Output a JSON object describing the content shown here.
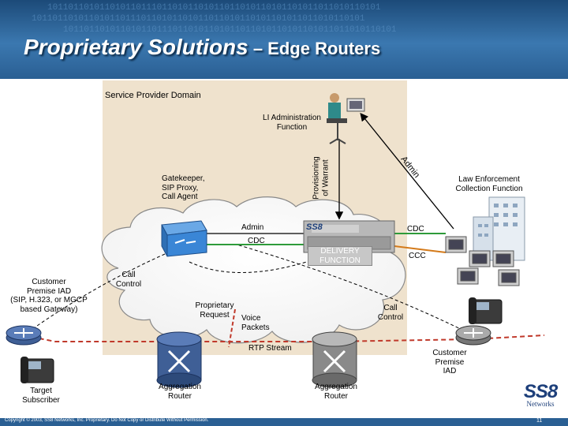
{
  "header": {
    "title_main": "Proprietary Solutions",
    "title_sub": " – Edge Routers",
    "binary_text": "1011011010110101101110110101101011011010110101101011011010110101"
  },
  "diagram": {
    "domain_label": "Service Provider Domain",
    "li_admin": [
      "LI Administration",
      "Function"
    ],
    "provisioning": [
      "Provisioning",
      "of Warrant"
    ],
    "admin_diag": "Admin",
    "gatekeeper": [
      "Gatekeeper,",
      "SIP Proxy,",
      "Call Agent"
    ],
    "law_enforcement": [
      "Law Enforcement",
      "Collection Function"
    ],
    "admin_label": "Admin",
    "cdc_left": "CDC",
    "cdc_right": "CDC",
    "ccc": "CCC",
    "ss8_box_logo": "SS8",
    "delivery_function": [
      "DELIVERY",
      "FUNCTION"
    ],
    "customer_iad_left": [
      "Customer",
      "Premise IAD",
      "(SIP, H.323, or MGCP",
      "based Gateway)"
    ],
    "call_control_left": [
      "Call",
      "Control"
    ],
    "proprietary_request": [
      "Proprietary",
      "Request"
    ],
    "voice_packets": [
      "Voice",
      "Packets"
    ],
    "call_control_right": [
      "Call",
      "Control"
    ],
    "rtp_stream": "RTP Stream",
    "customer_iad_right": [
      "Customer",
      "Premise",
      "IAD"
    ],
    "target_subscriber": [
      "Target",
      "Subscriber"
    ],
    "aggregation_left": [
      "Aggregation",
      "Router"
    ],
    "aggregation_right": [
      "Aggregation",
      "Router"
    ]
  },
  "footer": {
    "copyright": "Copyright © 2003, SS8 Networks, Inc. Proprietary. Do Not Copy or Distribute Without Permission.",
    "page_number": "11",
    "logo_text": "SS8",
    "logo_sub": "Networks"
  },
  "colors": {
    "banner": "#2a5f93",
    "domain_bg": "#efe2cd",
    "router": "#3f5f96",
    "switch": "#3a86d6",
    "rtp_line": "#c0392b",
    "cdc_line": "#2e9b3a"
  }
}
